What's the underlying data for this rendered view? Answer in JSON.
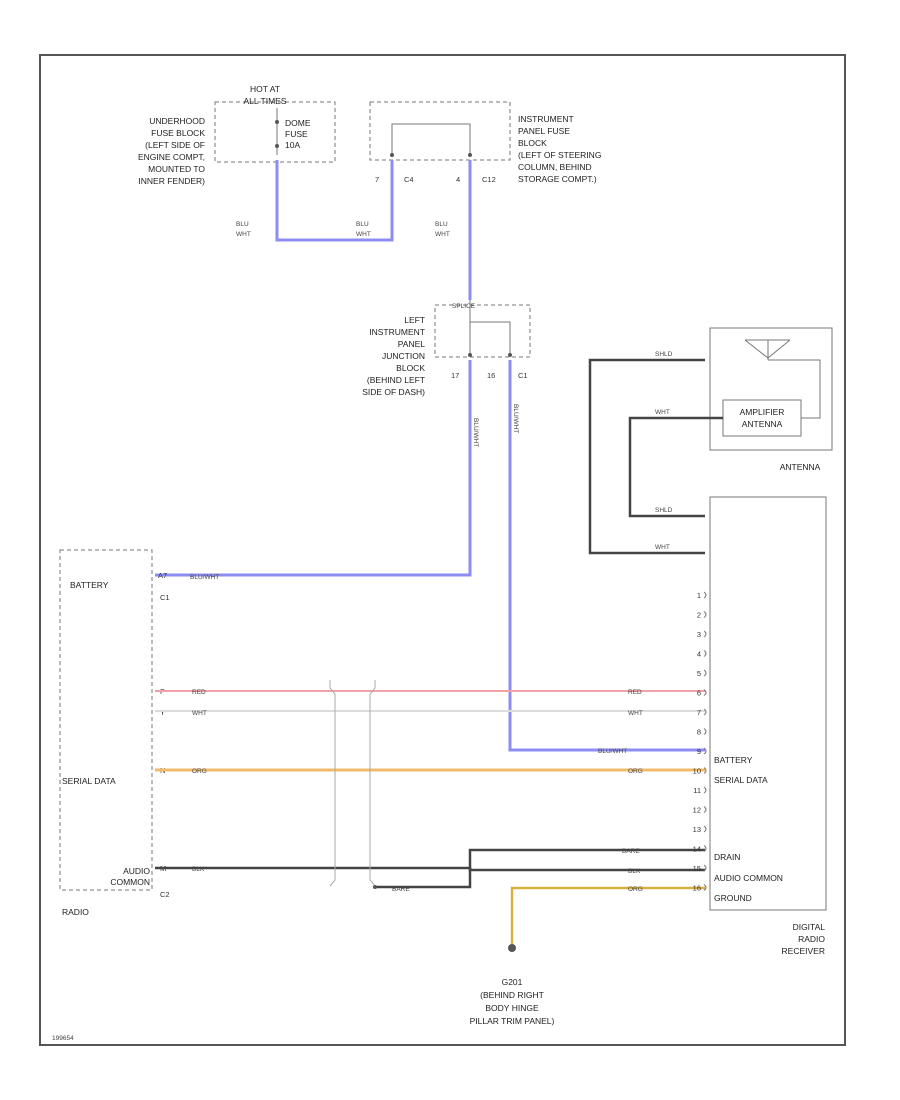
{
  "fuse_block_underhood": {
    "label_lines": [
      "UNDERHOOD",
      "FUSE BLOCK",
      "(LEFT SIDE OF",
      "ENGINE COMPT,",
      "MOUNTED TO",
      "INNER FENDER)"
    ],
    "hot_at_lines": [
      "HOT AT",
      "ALL TIMES"
    ],
    "fuse_lines": [
      "DOME",
      "FUSE",
      "10A"
    ]
  },
  "fuse_block_ip": {
    "label_lines": [
      "INSTRUMENT",
      "PANEL FUSE",
      "BLOCK",
      "(LEFT OF STEERING",
      "COLUMN, BEHIND",
      "STORAGE COMPT.)"
    ],
    "pins": [
      "7",
      "C4",
      "4",
      "C12"
    ]
  },
  "wires_top": {
    "left_lines": [
      "BLU",
      "WHT"
    ],
    "mid_lines": [
      "BLU",
      "WHT"
    ],
    "right_lines": [
      "BLU",
      "WHT"
    ]
  },
  "junction_block": {
    "header": "SPLICE",
    "label_lines": [
      "LEFT",
      "INSTRUMENT",
      "PANEL",
      "JUNCTION",
      "BLOCK",
      "(BEHIND LEFT",
      "SIDE OF DASH)"
    ],
    "pins": [
      "17",
      "16",
      "C1"
    ],
    "wire_left": "BLU/WHT",
    "wire_right": "BLU/WHT"
  },
  "antenna": {
    "label": "ANTENNA",
    "amp_lines": [
      "AMPLIFIER",
      "ANTENNA"
    ],
    "wire_labels": [
      "SHLD",
      "WHT",
      "SHLD",
      "WHT"
    ]
  },
  "radio": {
    "label": "RADIO",
    "battery": "BATTERY",
    "serial_data": "SERIAL DATA",
    "audio_lines": [
      "AUDIO",
      "COMMON"
    ],
    "pin_c1": "C1",
    "pin_c2": "C2",
    "pins": [
      "A7",
      "P",
      "Y",
      "N",
      "M"
    ],
    "wire_labels": [
      "BLU/WHT",
      "RED",
      "WHT",
      "ORG",
      "BLK"
    ]
  },
  "receiver": {
    "label_lines": [
      "DIGITAL",
      "RADIO",
      "RECEIVER"
    ],
    "battery": "BATTERY",
    "serial_data": "SERIAL DATA",
    "drain": "DRAIN",
    "audio_common": "AUDIO COMMON",
    "ground": "GROUND",
    "pins": [
      "1",
      "2",
      "3",
      "4",
      "5",
      "6",
      "7",
      "8",
      "9",
      "10",
      "11",
      "12",
      "13",
      "14",
      "15",
      "16"
    ],
    "wire_labels": [
      "RED",
      "WHT",
      "BLU/WHT",
      "ORG",
      "BARE",
      "BLK",
      "ORG"
    ]
  },
  "shield_label": "BARE",
  "ground": {
    "label_lines": [
      "G201",
      "(BEHIND RIGHT",
      "BODY HINGE",
      "PILLAR TRIM PANEL)"
    ]
  },
  "footer_id": "199654",
  "colors": {
    "blu": "#8c8cf2",
    "red": "#f0a0a8",
    "wht": "#dcdcdc",
    "org": "#f0bc6c",
    "blk": "#444444",
    "yel": "#d8b040"
  }
}
